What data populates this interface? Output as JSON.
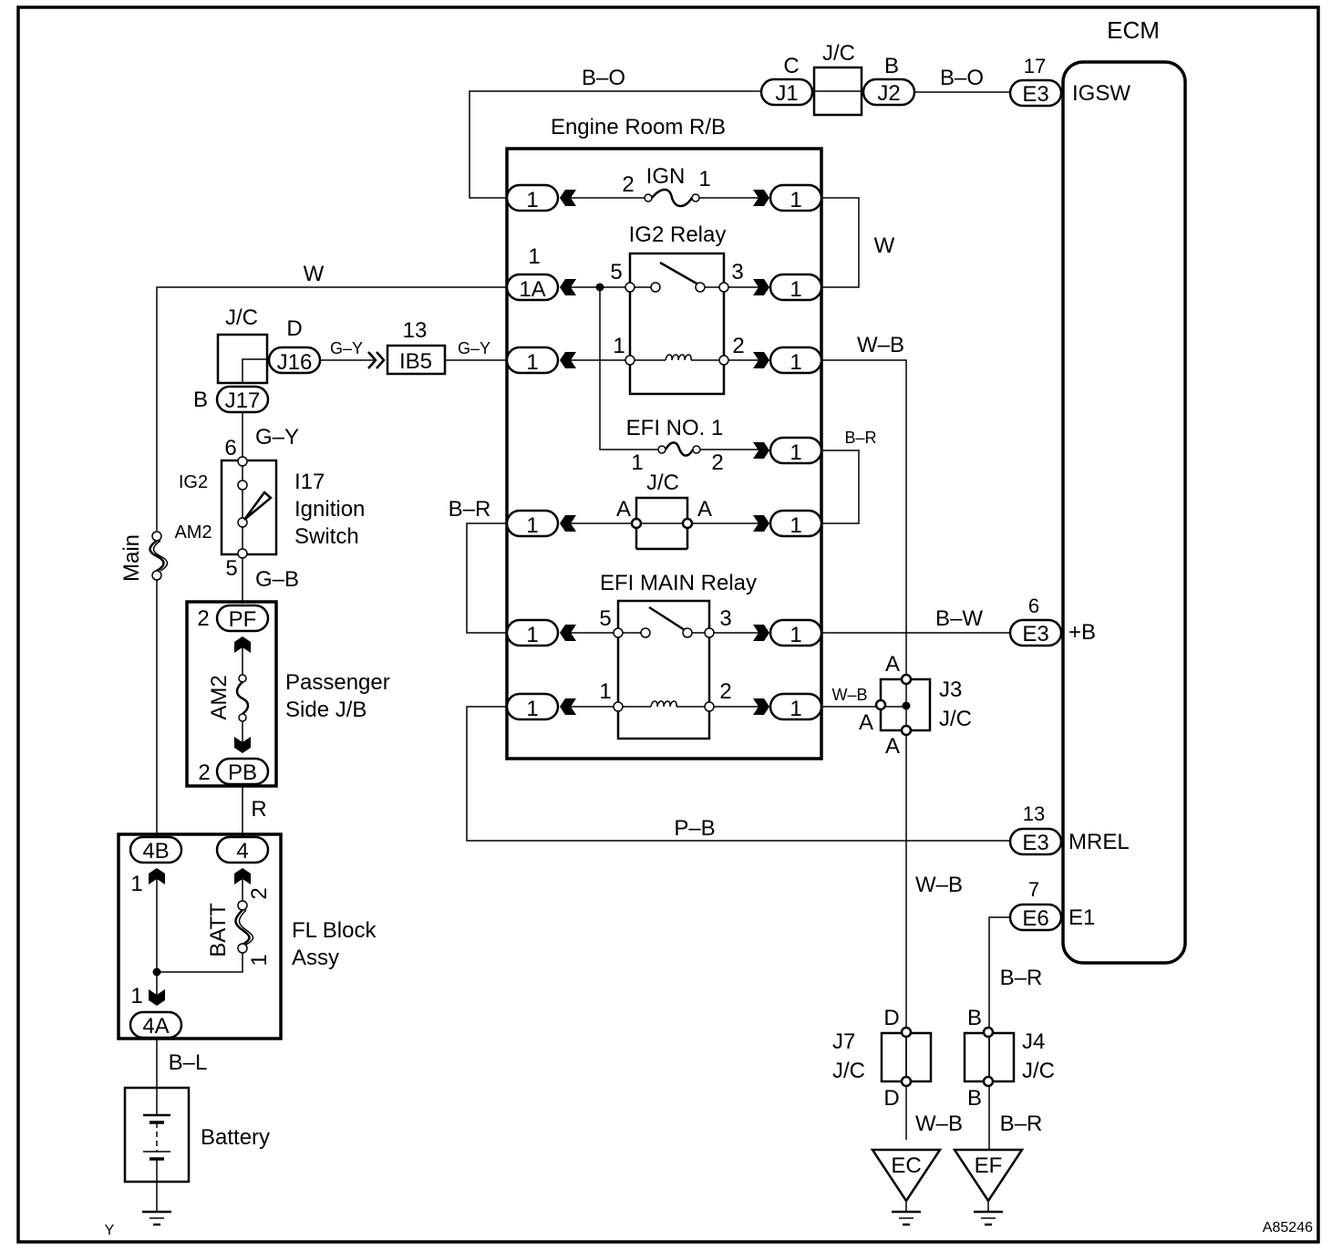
{
  "diagram": {
    "figure_id": "A85246",
    "corner_mark": "Y",
    "ecm": {
      "title": "ECM",
      "terminals": [
        {
          "name": "IGSW",
          "connector": "E3",
          "pin": "17"
        },
        {
          "name": "+B",
          "connector": "E3",
          "pin": "6"
        },
        {
          "name": "MREL",
          "connector": "E3",
          "pin": "13"
        },
        {
          "name": "E1",
          "connector": "E6",
          "pin": "7"
        }
      ]
    },
    "top_jc": {
      "label": "J/C",
      "left": {
        "connector": "J1",
        "pin": "C"
      },
      "right": {
        "connector": "J2",
        "pin": "B"
      }
    },
    "engine_room_rb": {
      "title": "Engine Room R/B",
      "ign_fuse": {
        "name": "IGN",
        "pin_left": "2",
        "pin_right": "1"
      },
      "ig2_relay": {
        "name": "IG2 Relay",
        "pins": [
          "5",
          "3",
          "1",
          "2"
        ]
      },
      "efi_no1_fuse": {
        "name": "EFI NO. 1",
        "pin_left": "1",
        "pin_right": "2"
      },
      "inner_jc": {
        "label": "J/C",
        "pin_left": "A",
        "pin_right": "A"
      },
      "efi_main_relay": {
        "name": "EFI MAIN Relay",
        "pins": [
          "5",
          "3",
          "1",
          "2"
        ]
      },
      "connector_1a": {
        "name": "1A",
        "pin": "1"
      },
      "connector_generic": "1"
    },
    "jc_left": {
      "label": "J/C",
      "pin_d": "D",
      "connector_d": "J16",
      "pin_b": "B",
      "connector_b": "J17"
    },
    "ib5": {
      "name": "IB5",
      "pin": "13"
    },
    "ignition_switch": {
      "id": "I17",
      "line1": "Ignition",
      "line2": "Switch",
      "pin_top": "6",
      "pin_bottom": "5",
      "pos_ig2": "IG2",
      "pos_am2": "AM2"
    },
    "main_fuse": "Main",
    "passenger_jb": {
      "line1": "Passenger",
      "line2": "Side J/B",
      "fuse": "AM2",
      "top_connector": "PF",
      "top_pin": "2",
      "bottom_connector": "PB",
      "bottom_pin": "2"
    },
    "fl_block": {
      "line1": "FL Block",
      "line2": "Assy",
      "fuse": "BATT",
      "connector_4b": "4B",
      "connector_4": "4",
      "connector_4a": "4A",
      "pin_4b": "1",
      "pin_4a": "1",
      "fuse_pin_top": "2",
      "fuse_pin_bottom": "1"
    },
    "battery": {
      "label": "Battery"
    },
    "j3": {
      "id": "J3",
      "label": "J/C",
      "pin": "A"
    },
    "j7": {
      "id": "J7",
      "label": "J/C",
      "pin": "D"
    },
    "j4": {
      "id": "J4",
      "label": "J/C",
      "pin": "B"
    },
    "grounds": [
      "EC",
      "EF"
    ],
    "wire_colors": {
      "b_o": "B–O",
      "w": "W",
      "g_y": "G–Y",
      "g_b": "G–B",
      "r": "R",
      "b_l": "B–L",
      "w_b": "W–B",
      "b_r": "B–R",
      "b_w": "B–W",
      "p_b": "P–B"
    }
  }
}
